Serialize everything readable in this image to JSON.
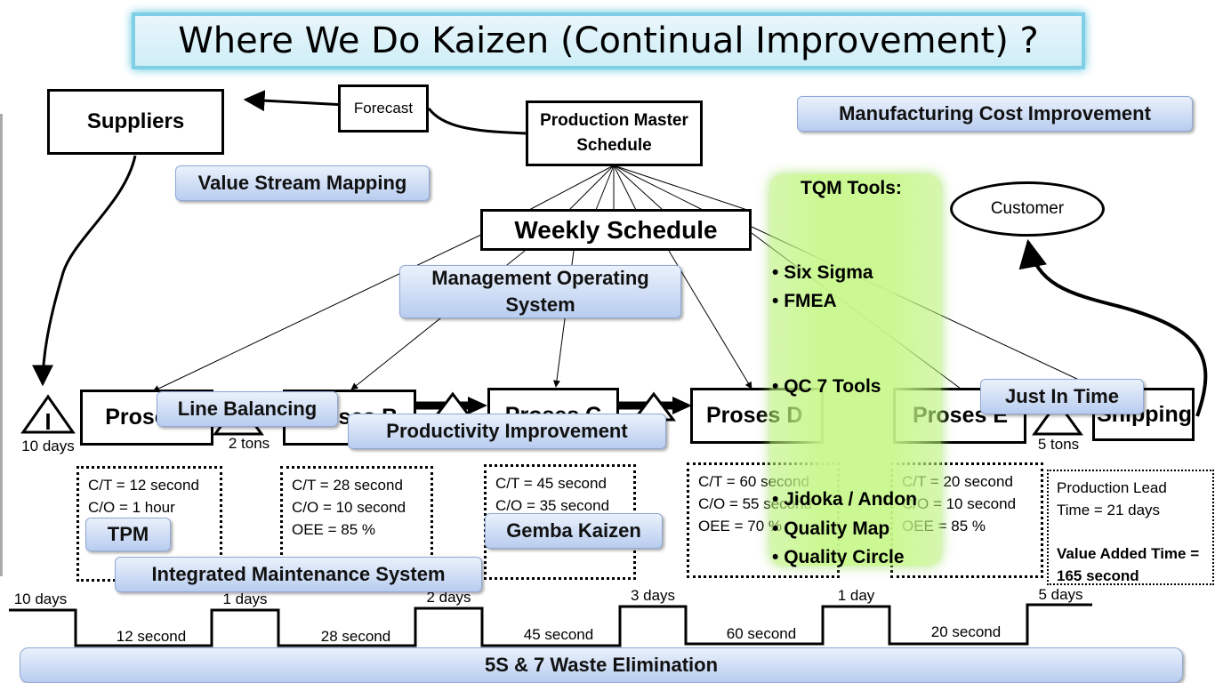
{
  "title": "Where We Do Kaizen (Continual Improvement) ?",
  "suppliers": "Suppliers",
  "forecast": "Forecast",
  "master_schedule": "Production Master Schedule",
  "weekly_schedule": "Weekly Schedule",
  "customer": "Customer",
  "processes": [
    "Prose A",
    "Proses B",
    "Proses C",
    "Proses D",
    "Proses E",
    "Shipping"
  ],
  "inventory": {
    "first": {
      "symbol": "I",
      "label": "10 days"
    },
    "second": "2 tons",
    "last": "5 tons"
  },
  "data_boxes": [
    [
      "C/T = 12 second",
      "C/O = 1 hour"
    ],
    [
      "C/T = 28 second",
      "C/O = 10 second",
      "OEE = 85 %"
    ],
    [
      "C/T = 45 second",
      "C/O = 35 second"
    ],
    [
      "C/T = 60 second",
      "C/O = 55 second",
      "OEE = 70 %"
    ],
    [
      "C/T = 20 second",
      "C/O = 10 second",
      "OEE = 85 %"
    ]
  ],
  "lead_time": {
    "line1": "Production Lead Time = 21 days",
    "line2": "Value Added Time = 165 second"
  },
  "timeline": {
    "days": [
      "10 days",
      "1 days",
      "2 days",
      "3 days",
      "1 day",
      "5 days"
    ],
    "seconds": [
      "12 second",
      "28 second",
      "45 second",
      "60 second",
      "20 second"
    ]
  },
  "tags": {
    "value_stream": "Value Stream Mapping",
    "manufacturing_cost": "Manufacturing Cost Improvement",
    "management_os": "Management Operating System",
    "line_balancing": "Line Balancing",
    "productivity": "Productivity Improvement",
    "jit": "Just In Time",
    "tpm": "TPM",
    "gemba": "Gemba Kaizen",
    "ims": "Integrated Maintenance System",
    "waste": "5S & 7 Waste Elimination"
  },
  "tqm": {
    "heading": "TQM Tools:",
    "items": [
      "Six Sigma",
      "FMEA",
      "QC 7 Tools",
      "Jidoka / Andon",
      "Quality Map",
      "Quality Circle"
    ]
  }
}
